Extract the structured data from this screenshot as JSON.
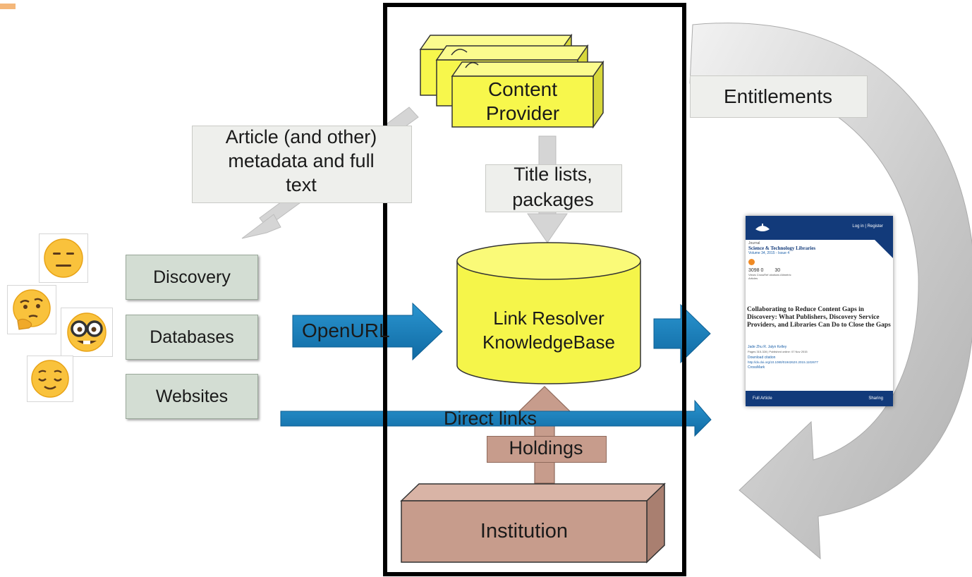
{
  "nodes": {
    "content_provider": [
      "Content",
      "Provider"
    ],
    "entitlements": "Entitlements",
    "article_metadata": [
      "Article (and other)",
      "metadata and full",
      "text"
    ],
    "title_lists": [
      "Title lists,",
      "packages"
    ],
    "discovery": "Discovery",
    "databases": "Databases",
    "websites": "Websites",
    "link_resolver": [
      "Link Resolver",
      "KnowledgeBase"
    ],
    "institution": "Institution"
  },
  "edges": {
    "openurl": "OpenURL",
    "direct_links": "Direct links",
    "holdings": "Holdings"
  },
  "article": {
    "header_links": "Log in | Register",
    "journal_label": "Journal",
    "journal": "Science & Technology Libraries",
    "volume": "Volume 34, 2015 - Issue 4",
    "stats_a": "3098 0",
    "stats_b": "30",
    "stats_caption": "Views   CrossRef citations   Altmetric",
    "section": "Articles",
    "title": "Collaborating to Reduce Content Gaps in Discovery: What Publishers, Discovery Service Providers, and Libraries Can Do to Close the Gaps",
    "authors": "Jade Zhu  R. Jalyn Kelley",
    "pages": "Pages 315-328 | Published online: 07 Nov 2015",
    "download": "Download citation",
    "doi": "http://dx.doi.org/10.1080/0194262X.2015.1102677",
    "crossmark": "CrossMark",
    "full_article": "Full Article",
    "sharing": "Sharing"
  },
  "colors": {
    "provider_fill": "#f7f74c",
    "cylinder_fill": "#f5f54a",
    "institution_fill": "#c79c8c",
    "flow_arrow": "#1a82bf",
    "grey_arrow": "#d5d5d5",
    "source_box": "#d3ddd3",
    "label_box": "#eeefec",
    "frame": "#000000",
    "article_header": "#123a7a"
  },
  "icons": [
    "expressionless-face-icon",
    "thinking-face-icon",
    "nerd-face-icon",
    "relieved-face-icon"
  ]
}
